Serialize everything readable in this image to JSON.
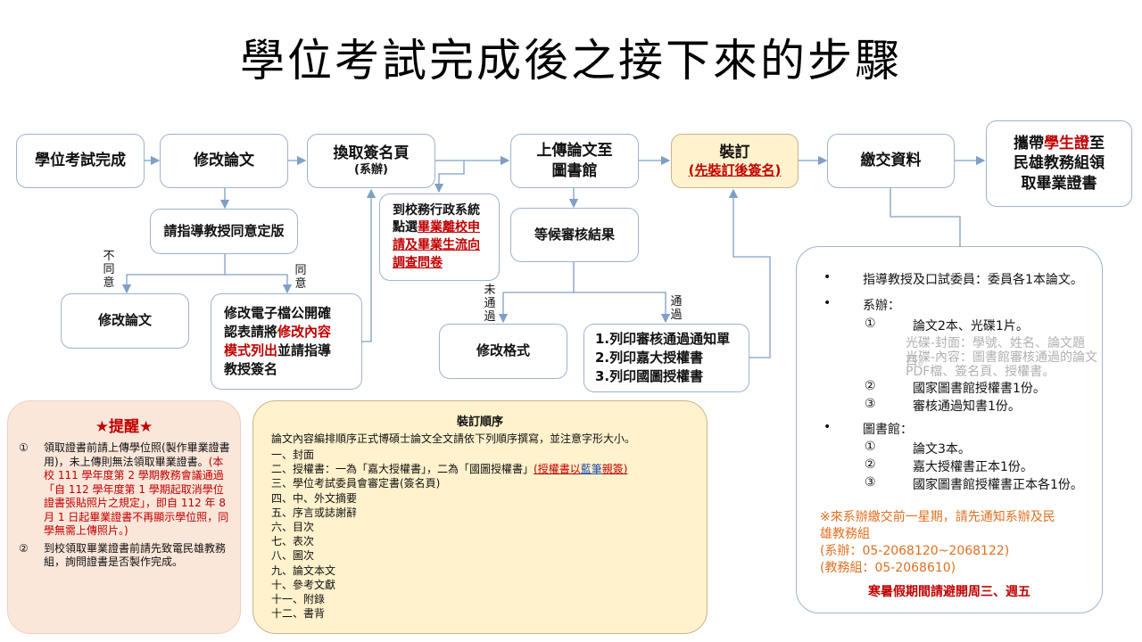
{
  "title": "學位考試完成後之接下來的步驟",
  "flow": {
    "exam_done": "學位考試完成",
    "revise_thesis": "修改論文",
    "swap_signature": "換取簽名頁",
    "swap_signature_sub": "(系辦)",
    "upload_1": "上傳論文至",
    "upload_2": "圖書館",
    "binding": "裝訂",
    "binding_sub": "(先裝訂後簽名)",
    "submit_docs": "繳交資料",
    "final_1a": "攜帶",
    "final_1b": "學生證",
    "final_1c": "至",
    "final_2": "民雄教務組領",
    "final_3": "取畢業證書",
    "advisor_approve": "請指導教授同意定版",
    "revise_thesis_2": "修改論文",
    "edit_e1": "修改電子檔公開確",
    "edit_e2a": "認表請將",
    "edit_e2b": "修改內容",
    "edit_e3a": "模式列出",
    "edit_e3b": "並請指導",
    "edit_e4": "教授簽名",
    "admin_1": "到校務行政系統",
    "admin_2a": "點選",
    "admin_2b": "畢業離校申",
    "admin_3a": "請及畢業生流向",
    "admin_4": "調查問卷",
    "wait_review": "等候審核結果",
    "fix_format": "修改格式",
    "print_1": "1.列印審核通過通知單",
    "print_2": "2.列印嘉大授權書",
    "print_3": "3.列印國圖授權書",
    "label_no": "不同意",
    "label_yes": "同意",
    "label_fail": "未通過",
    "label_pass": "通過"
  },
  "reminder": {
    "heading": "★提醒★",
    "item1_num": "①",
    "item1_black": "領取證書前請上傳學位照(製作畢業證書用)，未上傳則無法領取畢業證書。",
    "item1_red": "(本校 111 學年度第 2 學期教務會議通過「自 112 學年度第 1 學期起取消學位證書張貼照片之規定」，即自 112 年 8 月 1 日起畢業證書不再顯示學位照，同學無需上傳照片。)",
    "item2_num": "②",
    "item2": "到校領取畢業證書前請先致電民雄教務組，詢問證書是否製作完成。"
  },
  "binding_order": {
    "heading": "裝訂順序",
    "intro": "論文內容編排順序正式博碩士論文全文請依下列順序撰寫，並注意字形大小。",
    "item1": "一、封面",
    "item2a": "二、授權書：一為「嘉大授權書」，二為「國圖授權書」",
    "item2b": "(授權書以",
    "item2c": "藍筆",
    "item2d": "親簽)",
    "item3": "三、學位考試委員會審定書(簽名頁)",
    "item4": "四、中、外文摘要",
    "item5": "五、序言或誌謝辭",
    "item6": "六、目次",
    "item7": "七、表次",
    "item8": "八、圖次",
    "item9": "九、論文本文",
    "item10": "十、參考文獻",
    "item11": "十一、附錄",
    "item12": "十二、書背"
  },
  "submission": {
    "bullet": "•",
    "advisor": "指導教授及口試委員：委員各1本論文。",
    "office": "系辦：",
    "office_1_num": "①",
    "office_1": "論文2本、光碟1片。",
    "disc_1": "光碟-封面：學號、姓名、論文題目。",
    "disc_2": "光碟-內容：圖書館審核通過的論文",
    "disc_3": "PDF檔、簽名頁、授權書。",
    "office_2_num": "②",
    "office_2": "國家圖書館授權書1份。",
    "office_3_num": "③",
    "office_3": "審核通過知書1份。",
    "library": "圖書館：",
    "lib_1_num": "①",
    "lib_1": "論文3本。",
    "lib_2_num": "②",
    "lib_2": "嘉大授權書正本1份。",
    "lib_3_num": "③",
    "lib_3": "國家圖書館授權書正本各1份。",
    "notice_1": "※來系辦繳交前一星期，請先通知系辦及民",
    "notice_2": "雄教務組",
    "notice_3": "(系辦：05-2068120~2068122)",
    "notice_4": "(教務組：05-2068610)",
    "summer": "寒暑假期間請避開周三、週五"
  },
  "colors": {
    "accent_red": "#c00000",
    "box_border": "#9db3cf",
    "binding_fill": "#fff2cc",
    "reminder_fill": "#fbe6da",
    "signature_blue": "#1f4ea1",
    "notice_orange": "#e07020"
  }
}
